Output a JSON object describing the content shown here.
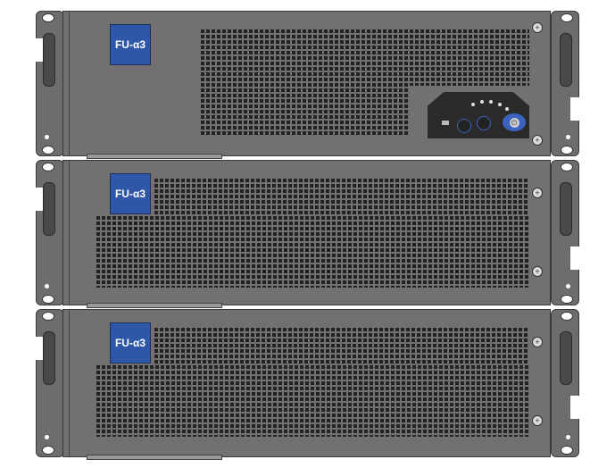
{
  "units": [
    {
      "logo": "FU-α3",
      "type": "control-unit"
    },
    {
      "logo": "FU-α3",
      "type": "expansion-unit"
    },
    {
      "logo": "FU-α3",
      "type": "expansion-unit"
    }
  ],
  "colors": {
    "chassis": "#727071",
    "logo": "#2f57a8",
    "button_ring": "#3c62c0"
  }
}
